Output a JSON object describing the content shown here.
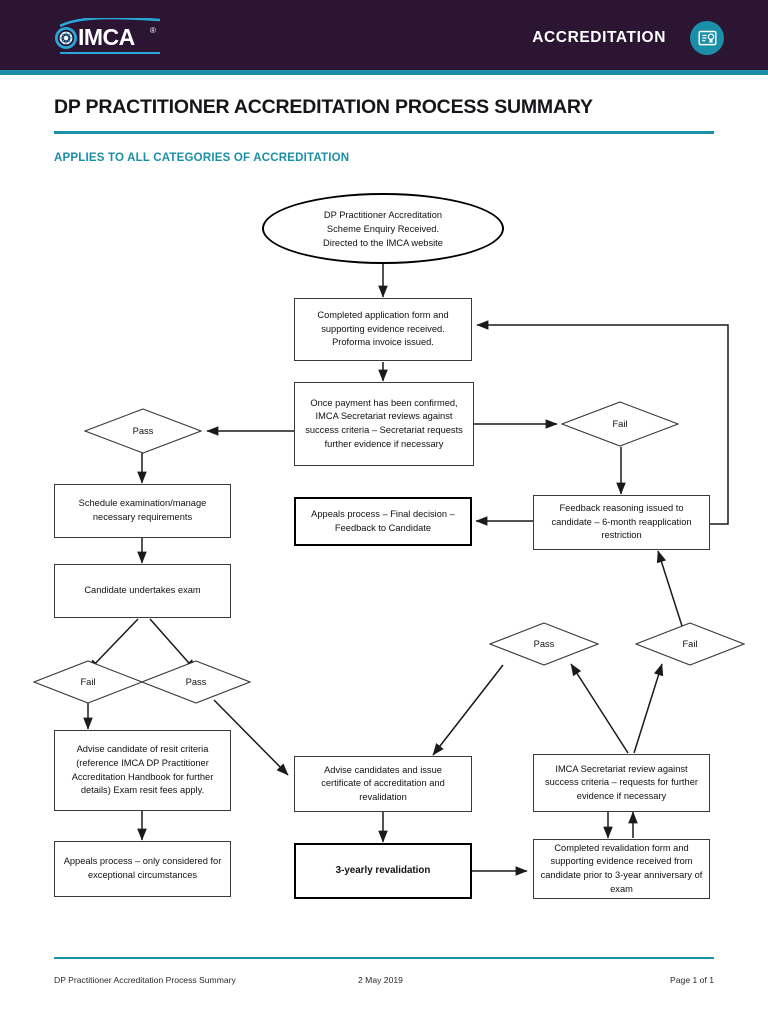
{
  "header": {
    "brand": "IMCA",
    "brand_mark": "®",
    "section_label": "ACCREDITATION",
    "accreditation_icon": "certificate-icon",
    "background_color": "#2b1533",
    "accent_color": "#1b8fa8"
  },
  "document": {
    "title": "DP PRACTITIONER ACCREDITATION PROCESS SUMMARY",
    "subtitle": "APPLIES TO ALL CATEGORIES OF ACCREDITATION"
  },
  "footer": {
    "left": "DP Practitioner Accreditation Process Summary",
    "middle": "2 May 2019",
    "right": "Page 1 of 1"
  },
  "chart_data": {
    "type": "diagram",
    "title": "DP Practitioner Accreditation Process Summary",
    "nodes": [
      {
        "id": "start",
        "shape": "ellipse",
        "text": "DP Practitioner Accreditation Scheme Enquiry Received. Directed to the IMCA website"
      },
      {
        "id": "application",
        "shape": "rectangle",
        "text": "Completed application form and supporting evidence received. Proforma invoice issued."
      },
      {
        "id": "review",
        "shape": "rectangle",
        "text": "Once payment has been confirmed, IMCA Secretariat reviews against success criteria – Secretariat requests further evidence if necessary"
      },
      {
        "id": "pass1",
        "shape": "diamond",
        "text": "Pass"
      },
      {
        "id": "fail1",
        "shape": "diamond",
        "text": "Fail"
      },
      {
        "id": "schedule",
        "shape": "rectangle",
        "text": "Schedule examination/manage necessary requirements"
      },
      {
        "id": "feedback",
        "shape": "rectangle",
        "text": "Feedback reasoning issued to candidate – 6-month reapplication restriction"
      },
      {
        "id": "appeals-final",
        "shape": "rectangle",
        "emphasis": "thick",
        "text": "Appeals process – Final decision – Feedback to Candidate"
      },
      {
        "id": "exam",
        "shape": "rectangle",
        "text": "Candidate undertakes exam"
      },
      {
        "id": "fail2",
        "shape": "diamond",
        "text": "Fail"
      },
      {
        "id": "pass2",
        "shape": "diamond",
        "text": "Pass"
      },
      {
        "id": "resit",
        "shape": "rectangle",
        "text": "Advise candidate of resit criteria (reference IMCA DP Practitioner Accreditation Handbook for further details) Exam resit fees apply."
      },
      {
        "id": "appeals-exc",
        "shape": "rectangle",
        "text": "Appeals process – only considered for exceptional circumstances"
      },
      {
        "id": "certificate",
        "shape": "rectangle",
        "text": "Advise candidates and issue certificate of accreditation and revalidation"
      },
      {
        "id": "revalidation",
        "shape": "rectangle",
        "emphasis": "thick-bold",
        "text": "3-yearly revalidation"
      },
      {
        "id": "pass3",
        "shape": "diamond",
        "text": "Pass"
      },
      {
        "id": "fail3",
        "shape": "diamond",
        "text": "Fail"
      },
      {
        "id": "reval-review",
        "shape": "rectangle",
        "text": "IMCA Secretariat review against success criteria – requests for further evidence if necessary"
      },
      {
        "id": "reval-form",
        "shape": "rectangle",
        "text": "Completed revalidation form and supporting evidence received from candidate prior to 3-year anniversary of exam"
      }
    ],
    "edges": [
      {
        "from": "start",
        "to": "application"
      },
      {
        "from": "application",
        "to": "review"
      },
      {
        "from": "review",
        "to": "pass1"
      },
      {
        "from": "review",
        "to": "fail1"
      },
      {
        "from": "pass1",
        "to": "schedule"
      },
      {
        "from": "fail1",
        "to": "feedback"
      },
      {
        "from": "feedback",
        "to": "appeals-final"
      },
      {
        "from": "feedback",
        "to": "application"
      },
      {
        "from": "schedule",
        "to": "exam"
      },
      {
        "from": "exam",
        "to": "fail2"
      },
      {
        "from": "exam",
        "to": "pass2"
      },
      {
        "from": "fail2",
        "to": "resit"
      },
      {
        "from": "resit",
        "to": "appeals-exc"
      },
      {
        "from": "pass2",
        "to": "certificate"
      },
      {
        "from": "certificate",
        "to": "revalidation"
      },
      {
        "from": "revalidation",
        "to": "reval-form"
      },
      {
        "from": "reval-form",
        "to": "reval-review"
      },
      {
        "from": "reval-review",
        "to": "reval-form"
      },
      {
        "from": "reval-review",
        "to": "pass3"
      },
      {
        "from": "reval-review",
        "to": "fail3"
      },
      {
        "from": "pass3",
        "to": "certificate"
      },
      {
        "from": "fail3",
        "to": "feedback"
      }
    ]
  },
  "nodes": {
    "start": {
      "line1": "DP Practitioner Accreditation",
      "line2": "Scheme Enquiry Received.",
      "line3": "Directed to the IMCA website"
    },
    "application": {
      "text": "Completed application form and supporting evidence received. Proforma invoice issued."
    },
    "review": {
      "text": "Once payment has been confirmed, IMCA Secretariat reviews against success criteria – Secretariat requests further evidence if necessary"
    },
    "pass1": {
      "text": "Pass"
    },
    "fail1": {
      "text": "Fail"
    },
    "schedule": {
      "text": "Schedule examination/manage necessary requirements"
    },
    "feedback": {
      "text": "Feedback reasoning issued to candidate – 6-month reapplication restriction"
    },
    "appealsFinal": {
      "text": "Appeals process – Final decision – Feedback to Candidate"
    },
    "exam": {
      "text": "Candidate undertakes exam"
    },
    "fail2": {
      "text": "Fail"
    },
    "pass2": {
      "text": "Pass"
    },
    "resit": {
      "text": "Advise candidate of resit criteria (reference IMCA DP Practitioner Accreditation Handbook for further details) Exam resit fees apply."
    },
    "appealsExc": {
      "text": "Appeals process – only considered for exceptional circumstances"
    },
    "certificate": {
      "text": "Advise candidates and issue certificate of accreditation and revalidation"
    },
    "revalidation": {
      "text": "3-yearly revalidation"
    },
    "pass3": {
      "text": "Pass"
    },
    "fail3": {
      "text": "Fail"
    },
    "revalReview": {
      "text": "IMCA Secretariat review against success criteria – requests for further evidence if necessary"
    },
    "revalForm": {
      "text": "Completed revalidation form and supporting evidence received from candidate prior to 3-year anniversary of exam"
    }
  }
}
